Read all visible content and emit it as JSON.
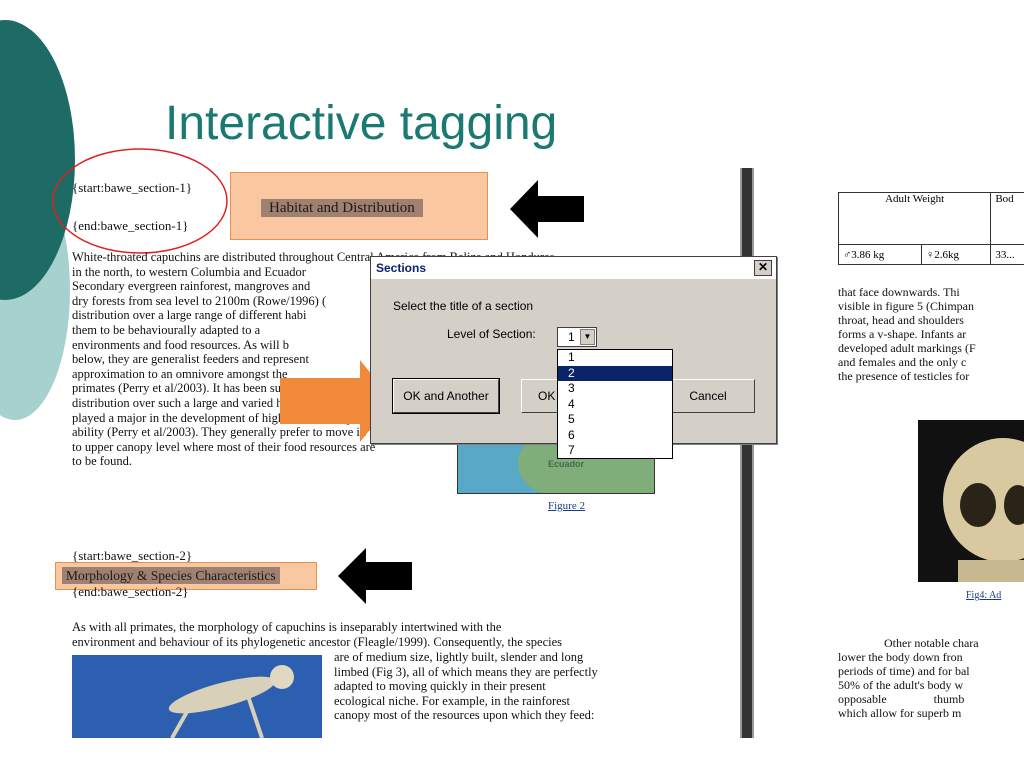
{
  "slide": {
    "title": "Interactive tagging"
  },
  "document": {
    "tag_start_1": "{start:bawe_section-1}",
    "tag_end_1": "{end:bawe_section-1}",
    "heading_1": "Habitat and Distribution",
    "para1_lines": [
      "White-throated capuchins are distributed throughout Central America from Belize and Honduras",
      "in the north, to western Columbia and Ecuador",
      "Secondary evergreen rainforest, mangroves and",
      "dry forests from sea level to 2100m (Rowe/1996) (",
      "distribution over a large range of different habi",
      "them to be behaviourally adapted to a",
      "environments and food resources. As will b",
      "below, they are generalist feeders and represent",
      "approximation to an omnivore amongst the",
      "primates (Perry et al/2003). It has been suggested",
      "distribution over such a large and varied habi",
      "played a major in the development of high levels of cognitive",
      "ability (Perry et al/2003). They generally prefer to move in middle",
      "to upper canopy level where most of their food resources are",
      "to be found."
    ],
    "map_label": "Ecuador",
    "figure2_caption": "Figure 2",
    "tag_start_2": "{start:bawe_section-2}",
    "heading_2": "Morphology & Species Characteristics",
    "tag_end_2": "{end:bawe_section-2}",
    "para2_lines": [
      "As with all primates, the morphology of capuchins is inseparably intertwined with the",
      "environment and behaviour of its phylogenetic ancestor (Fleagle/1999). Consequently, the species"
    ],
    "para2b_lines": [
      "are of medium size, lightly built, slender and long",
      "limbed (Fig 3), all of which means they are perfectly",
      "adapted to moving quickly in their present",
      "ecological niche. For example, in the rainforest",
      "canopy most of the resources upon which they feed:"
    ]
  },
  "right_page": {
    "table_headers": [
      "Adult Weight",
      "Bod"
    ],
    "table_row": [
      "♂3.86 kg",
      "♀2.6kg",
      "33..."
    ],
    "lines": [
      "that face downwards. Thi",
      "visible in figure 5 (Chimpan",
      "throat, head and shoulders",
      "forms a v-shape. Infants ar",
      "developed adult markings (F",
      "and females and the only c",
      "the presence of testicles for"
    ],
    "fig4_caption": "Fig4: Ad",
    "lines2": [
      "Other notable chara",
      "lower the body down fron",
      "periods of time) and for bal",
      "50% of the adult's body w",
      "opposable thumb",
      "which allow for superb m"
    ]
  },
  "dialog": {
    "title": "Sections",
    "close_label": "✕",
    "prompt": "Select the title of a section",
    "level_label": "Level of Section:",
    "selected_level": "1",
    "options": [
      "1",
      "2",
      "3",
      "4",
      "5",
      "6",
      "7"
    ],
    "highlighted_option": "2",
    "ok_another_label": "OK and Another",
    "ok_label": "OK",
    "cancel_label": "Cancel"
  },
  "colors": {
    "title": "#1a7a72",
    "teal_shape": "#1e6b66",
    "light_teal": "#a6d1ce",
    "highlight": "#f9c8a0",
    "selection": "#0a246a"
  },
  "icons": [
    "arrow-left-icon",
    "arrow-right-icon",
    "chevron-down-icon",
    "close-icon"
  ]
}
